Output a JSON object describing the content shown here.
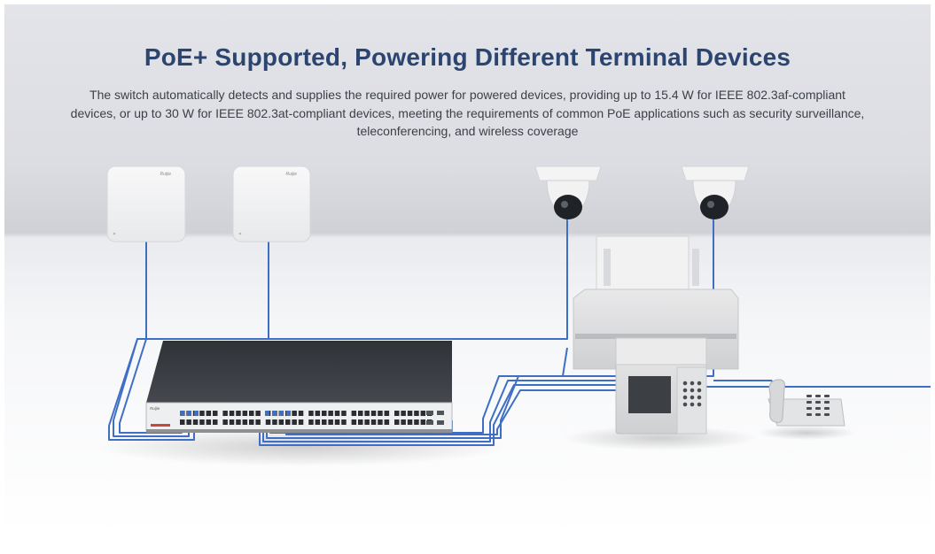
{
  "hero": {
    "title": "PoE+ Supported, Powering Different Terminal Devices",
    "description": "The switch automatically detects and supplies the required power for powered devices, providing up to 15.4 W for IEEE 802.3af-compliant devices, or up to 30 W for IEEE 802.3at-compliant devices, meeting the requirements of common PoE applications such as security surveillance, teleconferencing, and wireless coverage"
  },
  "illustration": {
    "brand_logo": "Ruijie",
    "devices": [
      "wireless-access-point",
      "wireless-access-point",
      "dome-camera",
      "dome-camera",
      "ip-phone",
      "printer",
      "access-control-terminal",
      "poe-switch"
    ],
    "colors": {
      "title": "#2b4570",
      "cable": "#3f6fc4",
      "switch_body": "#3a3d42"
    }
  }
}
